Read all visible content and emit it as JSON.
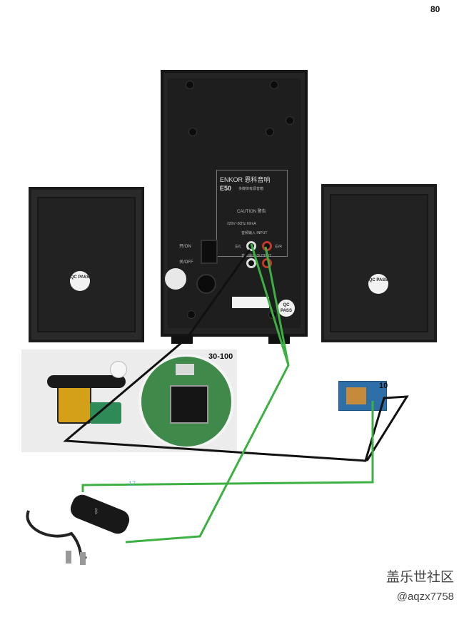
{
  "annotations": {
    "top_right_number": "80",
    "module_price": "30-100",
    "board_price": "10",
    "small_mark": "17"
  },
  "speaker": {
    "brand": "ENKOR 恩科音响",
    "model": "E50",
    "model_sub": "多媒体有源音箱",
    "caution_label": "CAUTION 警告",
    "power_spec": "220V~50Hz 60mA",
    "input_label": "音频输入 INPUT",
    "output_label": "音频输出 OUTPUT",
    "power_on_label": "开/ON",
    "power_off_label": "关/OFF",
    "left_channel": "左/L",
    "right_channel": "右/R",
    "qc_pass": "QC PASS",
    "qc_left": "QC PASS",
    "qc_right": "QC PASS"
  },
  "watermark": {
    "site": "盖乐世社区",
    "user": "@aqzx7758"
  },
  "colors": {
    "wire_green": "#3cb043",
    "wire_black": "#111111",
    "jack_red": "#c0392b",
    "jack_white": "#dddddd",
    "pcb_blue": "#2f6fa8"
  }
}
